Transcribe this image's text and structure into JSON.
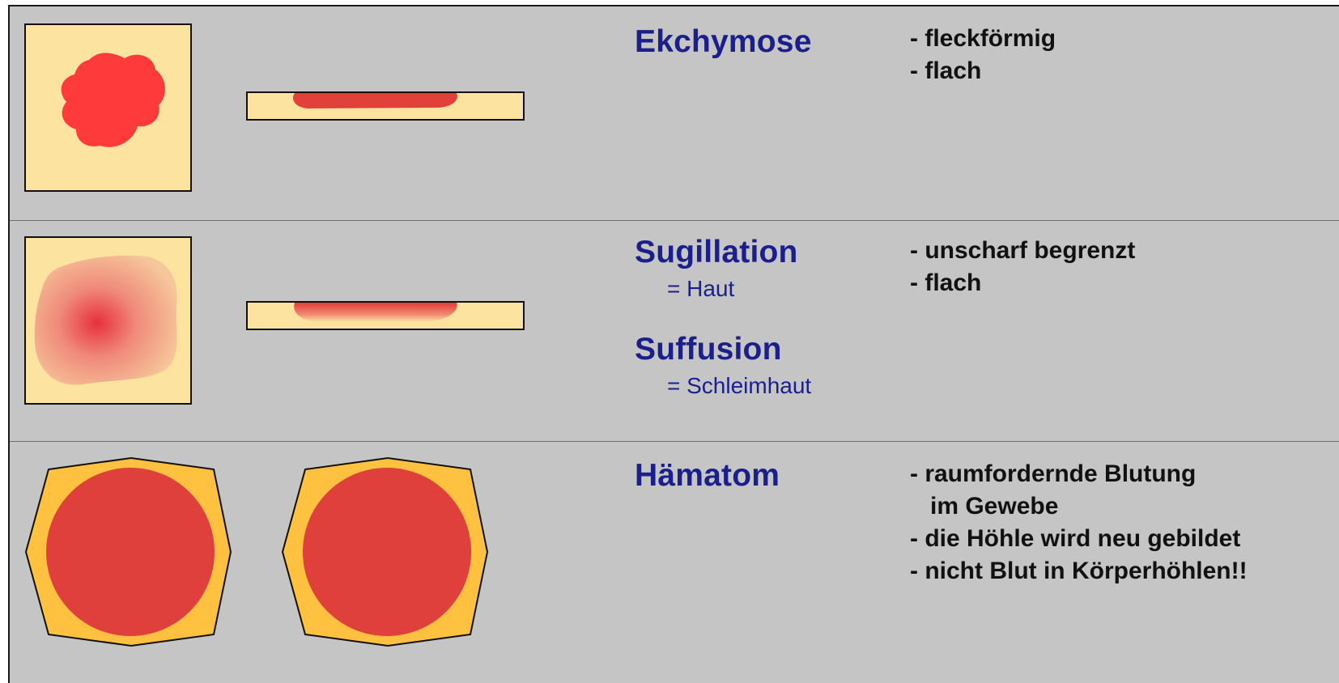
{
  "rows": [
    {
      "term": "Ekchymose",
      "bullets": [
        "- fleckförmig",
        "- flach"
      ]
    },
    {
      "term": "Sugillation",
      "term_note": "= Haut",
      "term2": "Suffusion",
      "term2_note": "= Schleimhaut",
      "bullets": [
        "- unscharf begrenzt",
        "- flach"
      ]
    },
    {
      "term": "Hämatom",
      "bullets": [
        "- raumfordernde Blutung",
        "   im Gewebe",
        "- die Höhle wird neu gebildet",
        "- nicht Blut in Körperhöhlen!!"
      ]
    }
  ],
  "colors": {
    "background": "#c5c5c5",
    "skin": "#fde3a0",
    "blood": "#ff3a3a",
    "hematoma_blood": "#e0403c",
    "hematoma_tissue": "#ffc13f",
    "term_text": "#1a1f8c"
  }
}
